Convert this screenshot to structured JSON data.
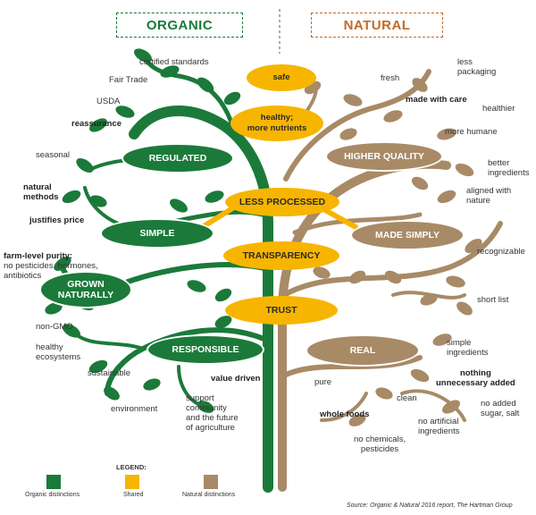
{
  "headers": {
    "organic": "ORGANIC",
    "natural": "NATURAL"
  },
  "shared_ovals": [
    "safe",
    "healthy;\nmore nutrients",
    "LESS PROCESSED",
    "TRANSPARENCY",
    "TRUST"
  ],
  "organic_ovals": [
    "REGULATED",
    "SIMPLE",
    "GROWN\nNATURALLY",
    "RESPONSIBLE"
  ],
  "natural_ovals": [
    "HIGHER QUALITY",
    "MADE SIMPLY",
    "REAL"
  ],
  "organic_labels": {
    "certified_standards": "certified standards",
    "fair_trade": "Fair Trade",
    "usda": "USDA",
    "reassurance": "reassurance",
    "seasonal": "seasonal",
    "natural_methods": "natural\nmethods",
    "justifies_price": "justifies price",
    "farm_level_purity": "farm-level purity:",
    "no_pesticides": "no pesticides, hormones,\nantibiotics",
    "non_gmo": "non-GMO",
    "healthy_ecosystems": "healthy\necosystems",
    "sustainable": "sustainable",
    "environment": "environment",
    "value_driven": "value driven",
    "support_community": "support\ncommunity\nand the future\nof agriculture"
  },
  "natural_labels": {
    "fresh": "fresh",
    "less_packaging": "less\npackaging",
    "made_with_care": "made with care",
    "healthier": "healthier",
    "more_humane": "more humane",
    "better_ingredients": "better\ningredients",
    "aligned_with_nature": "aligned with\nnature",
    "recognizable": "recognizable",
    "short_list": "short list",
    "simple_ingredients": "simple\ningredients",
    "nothing_unnecessary": "nothing\nunnecessary added",
    "pure": "pure",
    "clean": "clean",
    "no_added_sugar": "no added\nsugar, salt",
    "whole_foods": "whole foods",
    "no_artificial": "no artificial\ningredients",
    "no_chemicals": "no chemicals,\npesticides"
  },
  "legend": {
    "title": "LEGEND:",
    "items": [
      {
        "label": "Organic distinctions",
        "color": "#1b7a3a"
      },
      {
        "label": "Shared",
        "color": "#f7b500"
      },
      {
        "label": "Natural distinctions",
        "color": "#a88a67"
      }
    ]
  },
  "source": "Source: Organic & Natural 2016 report, The Hartman Group",
  "colors": {
    "organic": "#1b7a3a",
    "natural": "#a88a67",
    "shared": "#f7b500"
  }
}
